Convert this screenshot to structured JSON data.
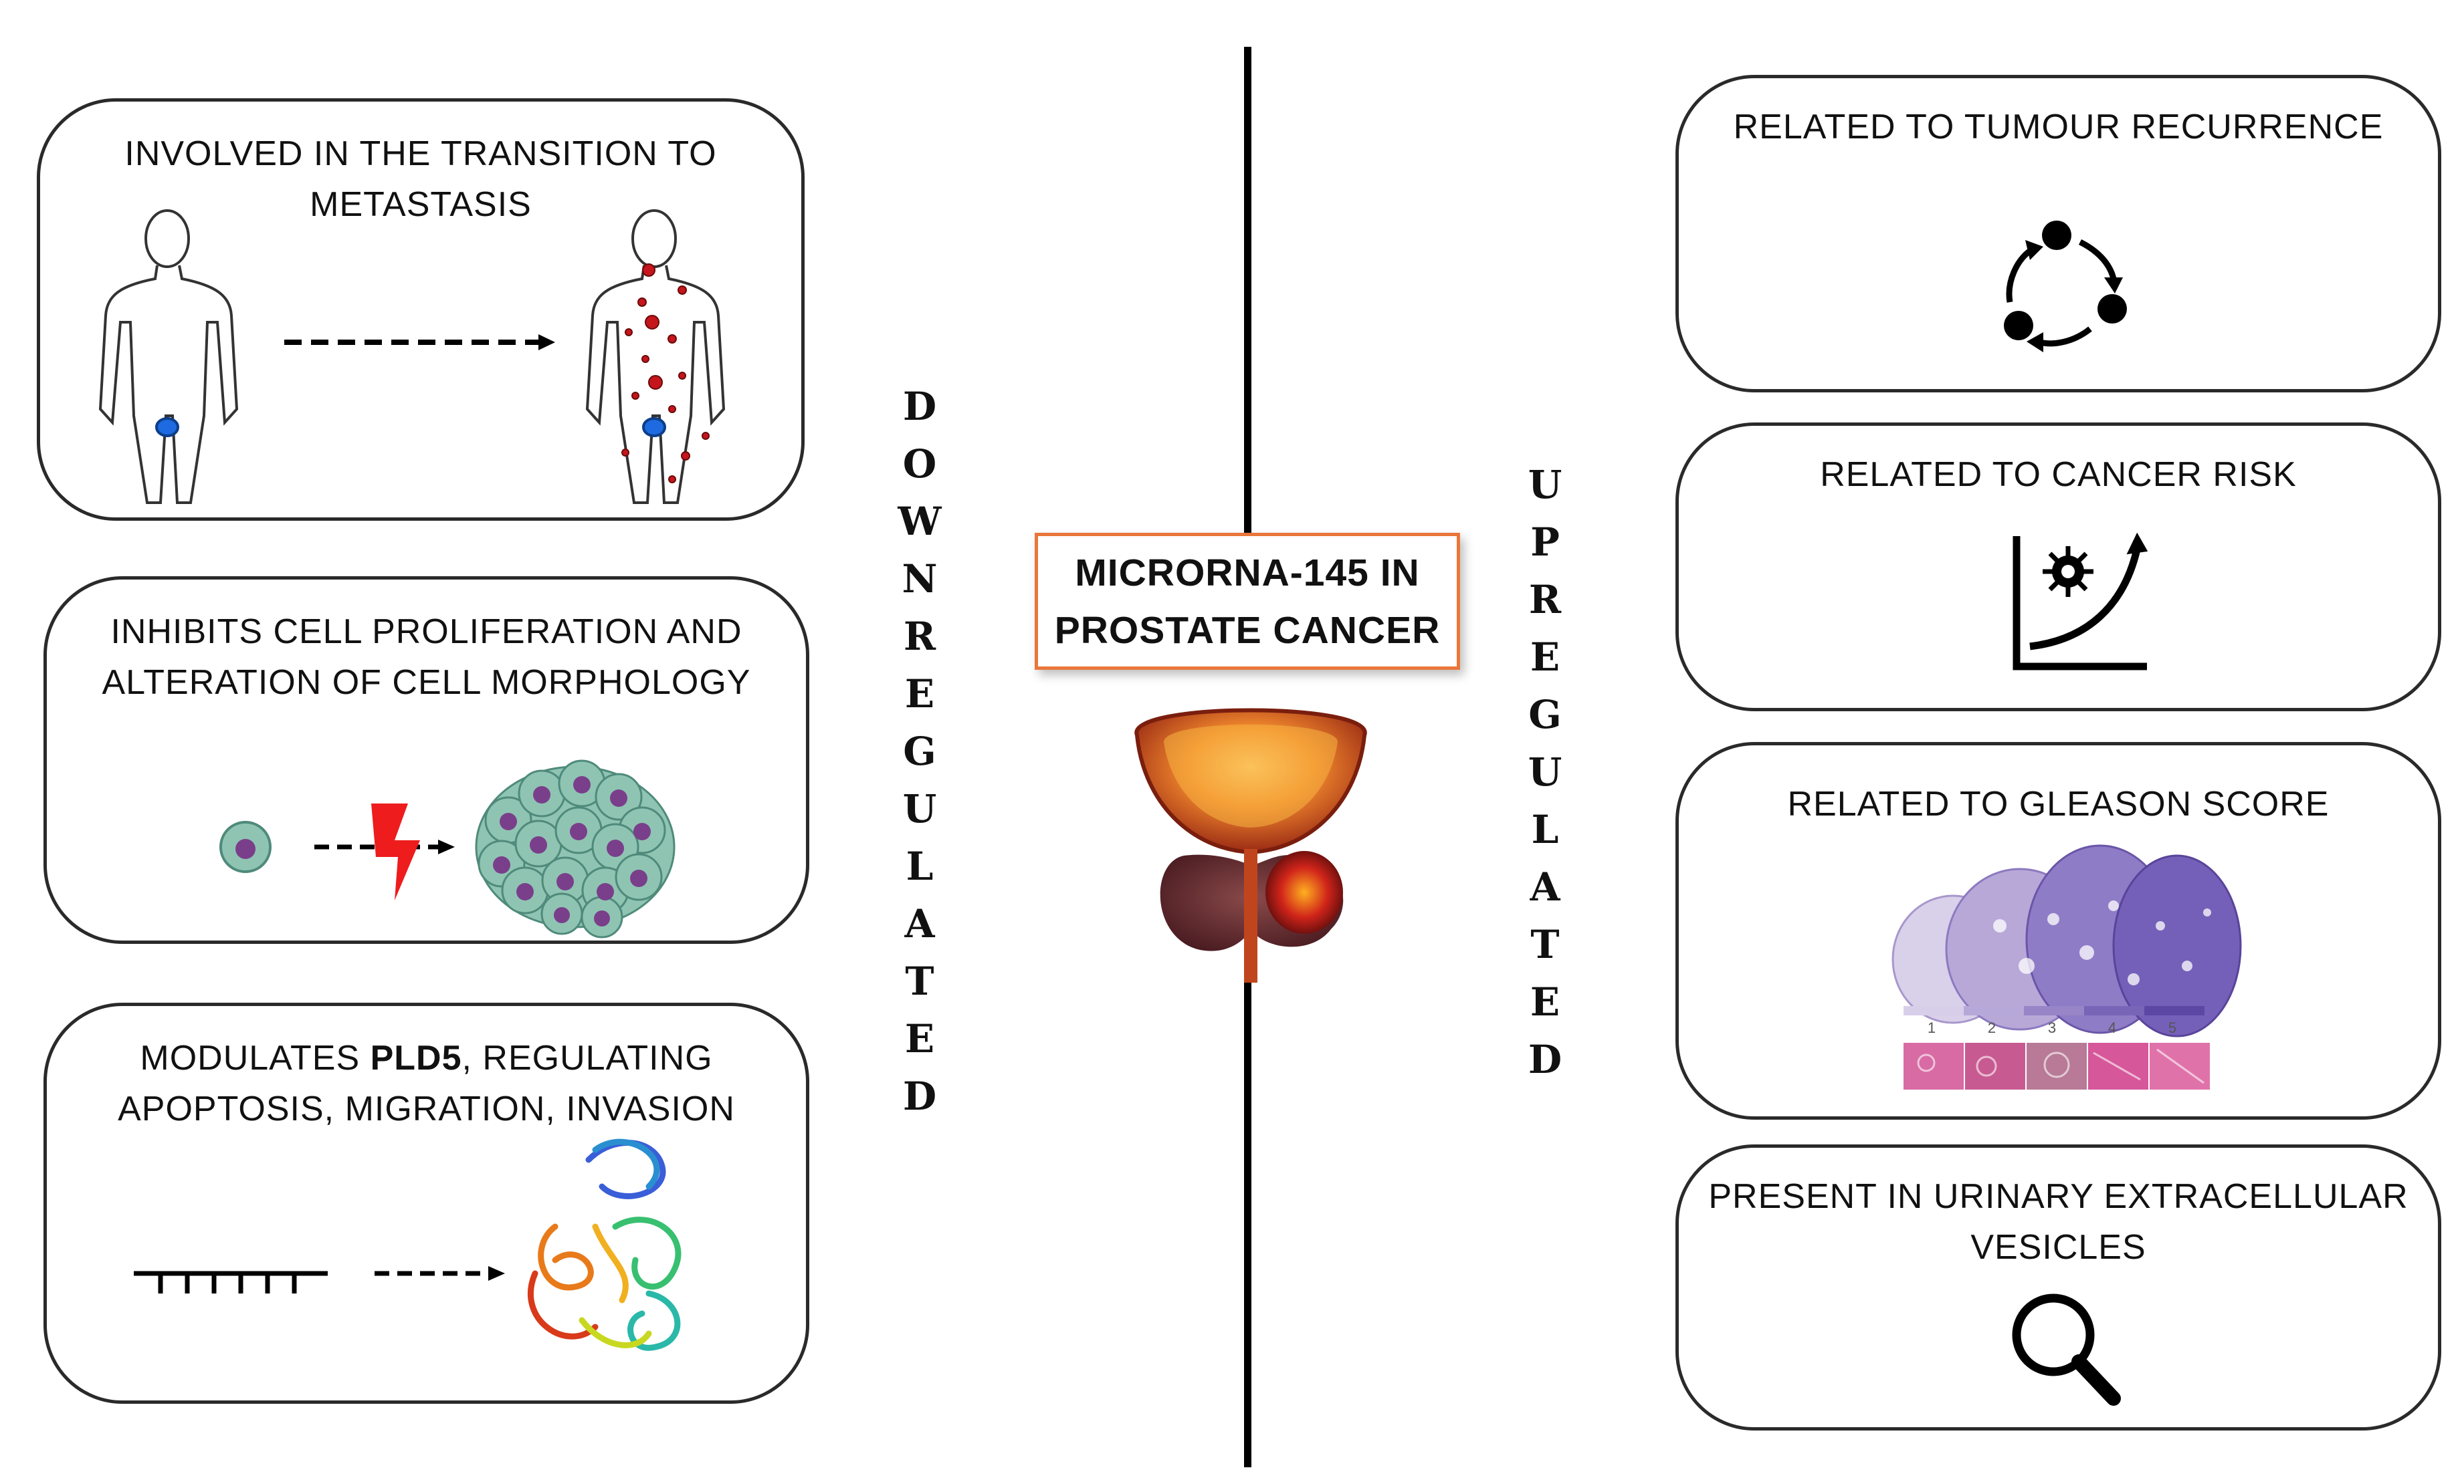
{
  "center": {
    "title_line1": "MICRORNA-145 IN",
    "title_line2": "PROSTATE CANCER"
  },
  "left_label": [
    "D",
    "O",
    "W",
    "N",
    "R",
    "E",
    "G",
    "U",
    "L",
    "A",
    "T",
    "E",
    "D"
  ],
  "right_label": [
    "U",
    "P",
    "R",
    "E",
    "G",
    "U",
    "L",
    "A",
    "T",
    "E",
    "D"
  ],
  "left_boxes": [
    {
      "line1": "INVOLVED IN THE TRANSITION TO",
      "line2": "METASTASIS"
    },
    {
      "line1": "INHIBITS  CELL PROLIFERATION  AND",
      "line2": "ALTERATION  OF CELL MORPHOLOGY"
    },
    {
      "line1_pre": "MODULATES ",
      "line1_bold": "PLD5",
      "line1_post": ", REGULATING",
      "line2": "APOPTOSIS, MIGRATION,  INVASION"
    }
  ],
  "right_boxes": [
    {
      "line1": "RELATED  TO TUMOUR  RECURRENCE"
    },
    {
      "line1": "RELATED  TO CANCER RISK"
    },
    {
      "line1": "RELATED  TO GLEASON SCORE"
    },
    {
      "line1": "PRESENT  IN URINARY  EXTRACELLULAR",
      "line2": "VESICLES"
    }
  ],
  "gleason": {
    "grades": [
      "1",
      "2",
      "3",
      "4",
      "5"
    ]
  },
  "icons": {
    "box1": [
      "human-silhouette-icon",
      "dashed-arrow-icon",
      "human-metastasis-icon"
    ],
    "box2": [
      "single-cell-icon",
      "lightning-icon",
      "cell-cluster-icon"
    ],
    "box3": [
      "mirna-strand-icon",
      "dashed-arrow-icon",
      "protein-structure-icon"
    ],
    "right": [
      "cycle-recurrence-icon",
      "risk-growth-chart-icon",
      "gleason-pattern-icon",
      "magnifier-icon"
    ],
    "center": "prostate-gland-icon"
  },
  "colors": {
    "center_border": "#e9773a",
    "box_border": "#2a2a2a",
    "lightning": "#ee1c1c",
    "gleason_purple": "#6a55a8"
  }
}
